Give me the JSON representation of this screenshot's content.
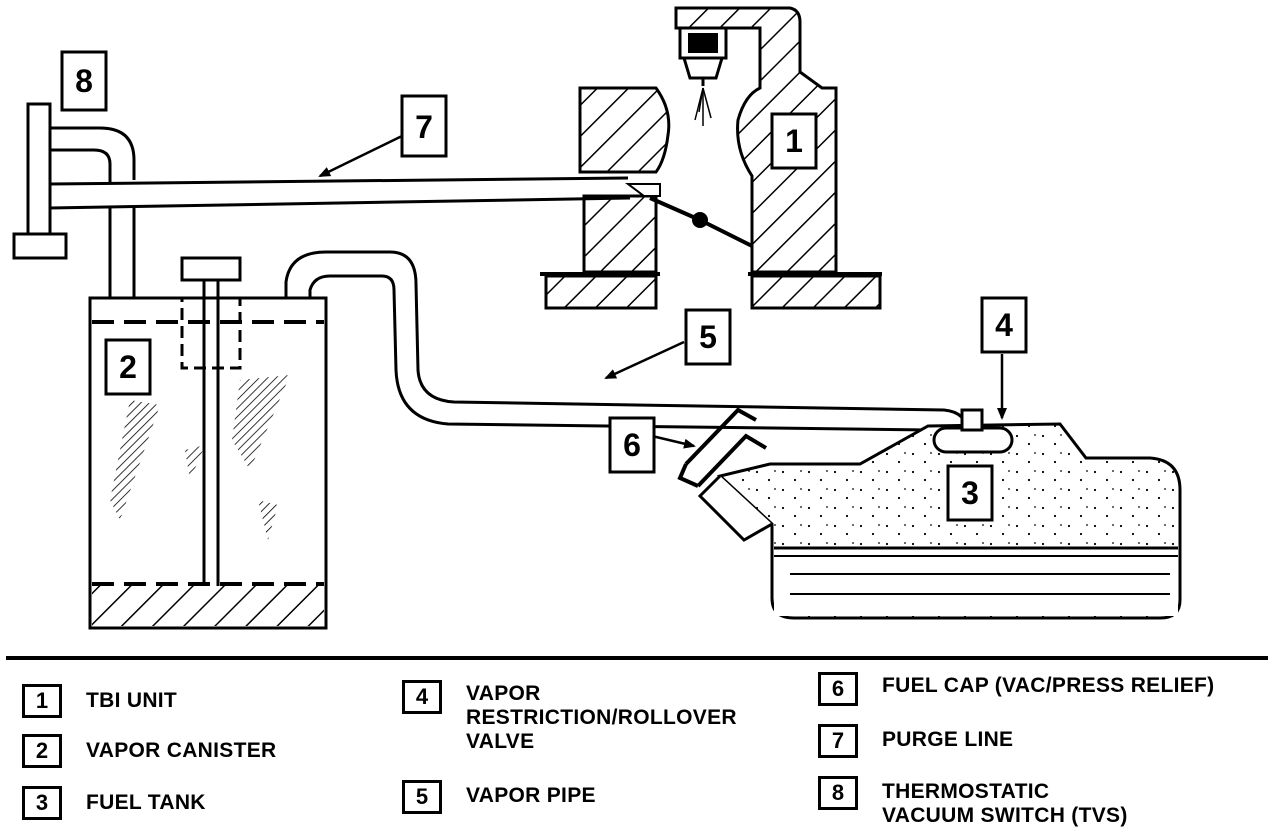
{
  "callouts": {
    "n1": "1",
    "n2": "2",
    "n3": "3",
    "n4": "4",
    "n5": "5",
    "n6": "6",
    "n7": "7",
    "n8": "8"
  },
  "legend": [
    {
      "num": "1",
      "label": "TBI UNIT"
    },
    {
      "num": "2",
      "label": "VAPOR CANISTER"
    },
    {
      "num": "3",
      "label": "FUEL TANK"
    },
    {
      "num": "4",
      "label": "VAPOR\nRESTRICTION/ROLLOVER\nVALVE"
    },
    {
      "num": "5",
      "label": "VAPOR PIPE"
    },
    {
      "num": "6",
      "label": "FUEL CAP (VAC/PRESS RELIEF)"
    },
    {
      "num": "7",
      "label": "PURGE LINE"
    },
    {
      "num": "8",
      "label": "THERMOSTATIC\nVACUUM SWITCH (TVS)"
    }
  ]
}
